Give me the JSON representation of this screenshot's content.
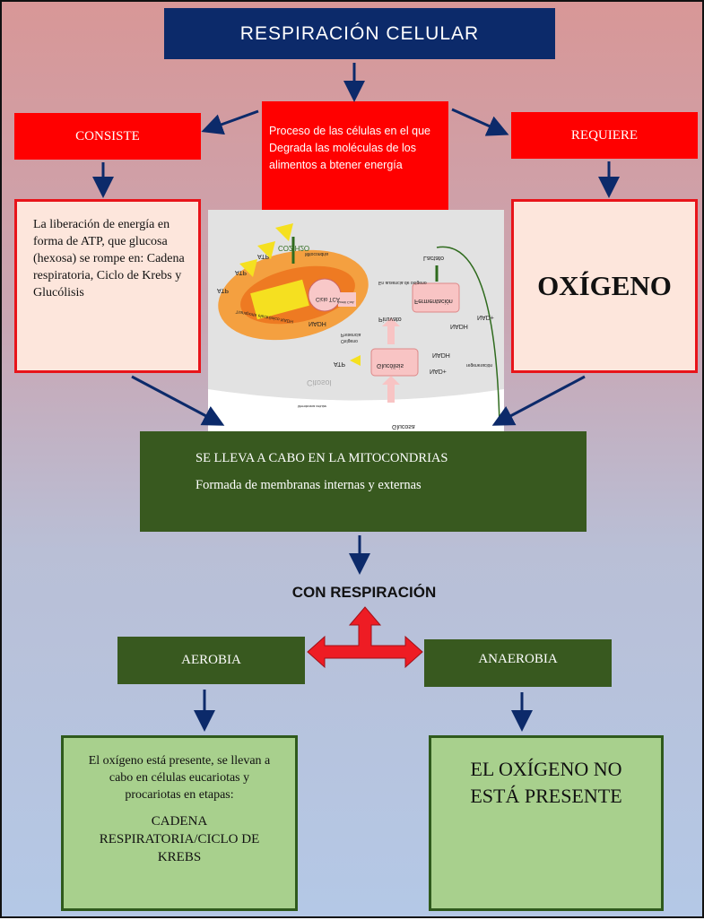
{
  "title": "RESPIRACIÓN CELULAR",
  "definition": {
    "line1": "Proceso de las células en el que",
    "line2": "Degrada las moléculas de los",
    "line3": "alimentos a btener energía"
  },
  "consiste": {
    "label": "CONSISTE",
    "text": "La liberación de energía en forma de ATP, que glucosa (hexosa) se rompe en: Cadena respiratoria, Ciclo de Krebs y Glucólisis"
  },
  "requiere": {
    "label": "REQUIERE",
    "text": "OXÍGENO"
  },
  "figure": {
    "labels": {
      "atp": "ATP",
      "co2h2o": "CO2 H2O",
      "mitocondria": "Mitocondria",
      "cycle": "Ciclo TCA",
      "acetyl": "Acetil CoA",
      "transport": "Transporte electrónico NADH",
      "nadh": "NADH",
      "oxygen": "Oxígeno",
      "presence": "Presencia",
      "pyruvate": "Piruvato",
      "absence": "En ausencia de oxígeno",
      "fermentation": "Fermentación",
      "lactate": "Lactato",
      "nad": "NAD+",
      "glycolysis": "Glucólisis",
      "cytosol": "Citosol",
      "membrane": "Membrana celular",
      "glucose": "Glucosa",
      "regeneration": "regeneración"
    }
  },
  "mitocondria": {
    "line1": "SE LLEVA A CABO EN LA MITOCONDRIAS",
    "line2": "Formada de membranas internas y externas"
  },
  "con_respiracion": "CON RESPIRACIÓN",
  "aerobia": {
    "label": "AEROBIA",
    "text": "El oxígeno está presente, se llevan a cabo en células eucariotas y procariotas en etapas:",
    "stages": "CADENA RESPIRATORIA/CICLO DE KREBS"
  },
  "anaerobia": {
    "label": "ANAEROBIA",
    "text": "EL OXÍGENO NO ESTÁ PRESENTE"
  },
  "colors": {
    "navy": "#0c2a6a",
    "red": "#ff0000",
    "dark_green": "#38591f",
    "light_green": "#a8d08d",
    "arrow": "#0c2a6a"
  }
}
